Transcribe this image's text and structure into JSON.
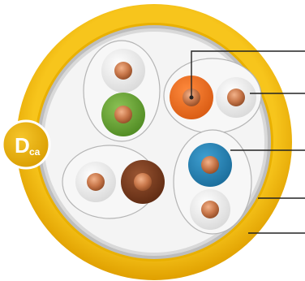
{
  "badge": {
    "main": "D",
    "sub": "ca"
  },
  "colors": {
    "jacket": "#f2b500",
    "jacket_shadow": "#d99a00",
    "shield": "#b9b9b9",
    "interior": "#f4f4f4",
    "copper": "#c8774a",
    "orange": "#ec6c1f",
    "green": "#6aa235",
    "blue": "#2a86b8",
    "brown": "#7b3d1f",
    "white_insulation": "#ededed",
    "badge": "#e8b100",
    "leader_line": "#222222"
  },
  "pairs": [
    {
      "name": "white-orange-pair",
      "colors": [
        "white",
        "orange"
      ]
    },
    {
      "name": "white-green-pair",
      "colors": [
        "white",
        "green"
      ]
    },
    {
      "name": "white-blue-pair",
      "colors": [
        "blue",
        "white"
      ]
    },
    {
      "name": "white-brown-pair",
      "colors": [
        "white",
        "brown"
      ]
    }
  ]
}
